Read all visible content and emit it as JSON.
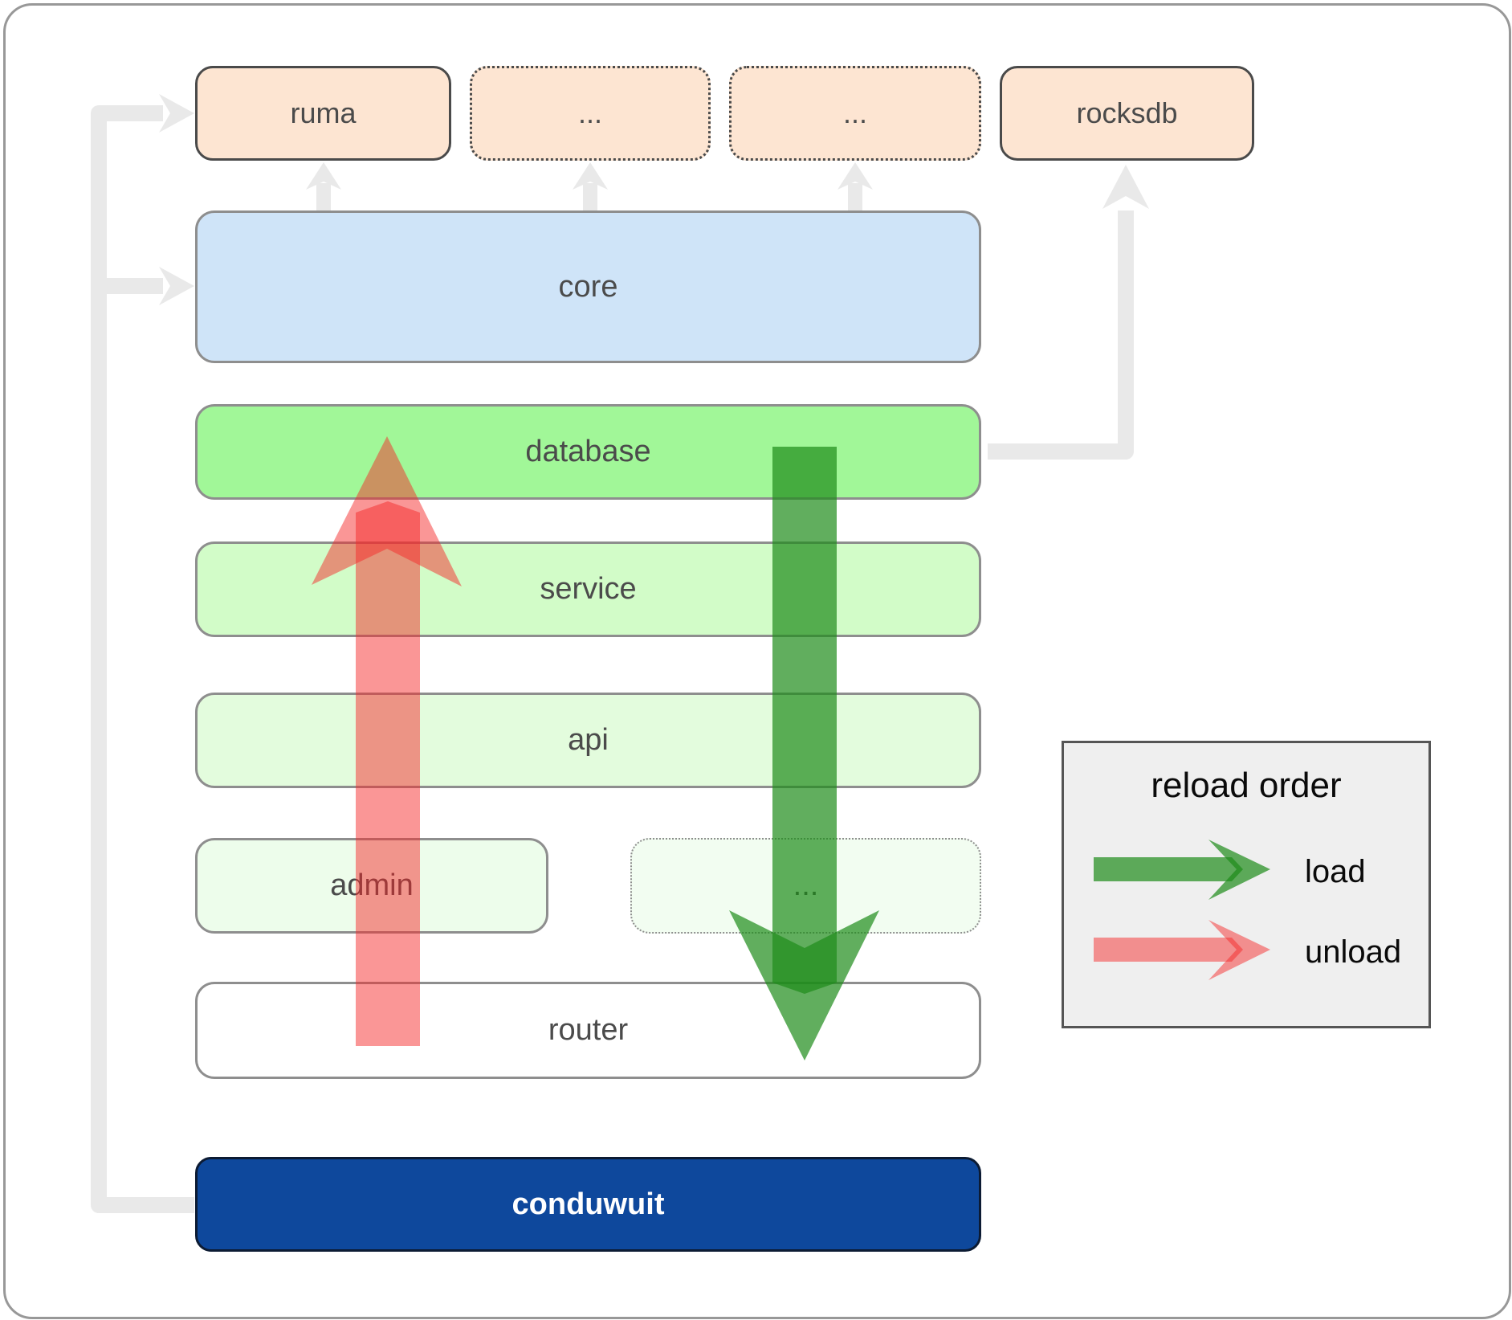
{
  "diagram": {
    "top_row": {
      "ruma": "ruma",
      "ellipsis1": "...",
      "ellipsis2": "...",
      "rocksdb": "rocksdb"
    },
    "layers": {
      "core": "core",
      "database": "database",
      "service": "service",
      "api": "api",
      "admin": "admin",
      "ellipsis3": "...",
      "router": "router",
      "conduwuit": "conduwuit"
    },
    "legend": {
      "title": "reload order",
      "load_label": "load",
      "unload_label": "unload"
    },
    "colors": {
      "peach": "#fde5d2",
      "core-blue": "#cfe4f8",
      "db-green": "#a1f798",
      "service-green": "#d2fcc8",
      "api-green": "#e3fcdd",
      "admin-green": "#edfdeb",
      "dots-green": "#f2fdf1",
      "navy": "#0e489c",
      "navy-border": "#0c1b33",
      "frame-border": "#989898",
      "border-dark": "#4a4a4a",
      "border-gray": "#8e8e8e",
      "connector": "#e9e9e9",
      "load-green": "#1e8c19",
      "unload-red": "#f52828",
      "label": "#4b4b4b",
      "legend-bg": "#efefef",
      "legend-border": "#555555"
    }
  }
}
